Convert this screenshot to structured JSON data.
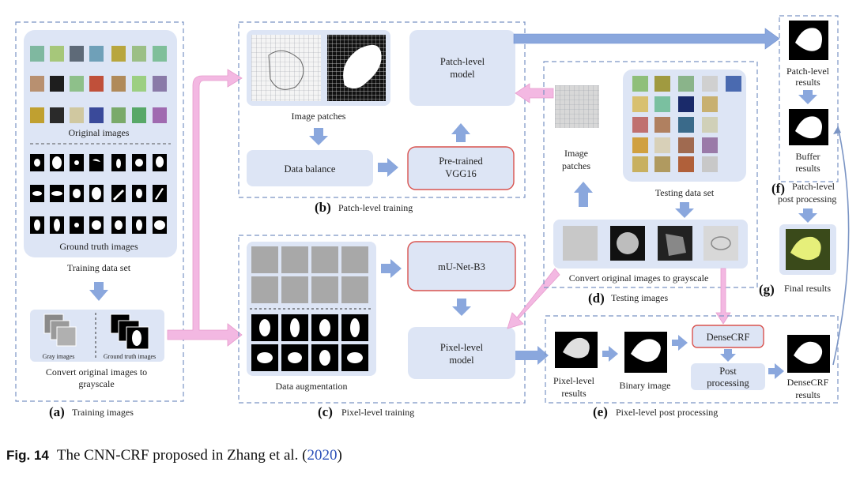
{
  "sections": {
    "a": {
      "letter": "(a)",
      "title": "Training images"
    },
    "b": {
      "letter": "(b)",
      "title": "Patch-level training"
    },
    "c": {
      "letter": "(c)",
      "title": "Pixel-level training"
    },
    "d": {
      "letter": "(d)",
      "title": "Testing images"
    },
    "e": {
      "letter": "(e)",
      "title": "Pixel-level post processing"
    },
    "f": {
      "letter": "(f)",
      "title_line1": "Patch-level",
      "title_line2": "post processing"
    },
    "g": {
      "letter": "(g)",
      "title": "Final results"
    }
  },
  "a": {
    "original_images": "Original images",
    "ground_truth_images": "Ground truth images",
    "training_data_set": "Training data set",
    "gray_images": "Gray images",
    "ground_truth_small": "Ground truth images",
    "convert_line1": "Convert original images to",
    "convert_line2": "grayscale"
  },
  "b": {
    "image_patches": "Image patches",
    "data_balance": "Data balance",
    "pretrained_line1": "Pre-trained",
    "pretrained_line2": "VGG16",
    "patch_model_line1": "Patch-level",
    "patch_model_line2": "model"
  },
  "c": {
    "data_augmentation": "Data augmentation",
    "munet": "mU-Net-B3",
    "pixel_model_line1": "Pixel-level",
    "pixel_model_line2": "model"
  },
  "d": {
    "image_patches_line1": "Image",
    "image_patches_line2": "patches",
    "testing_data_set": "Testing data set",
    "convert": "Convert original images to grayscale"
  },
  "e": {
    "pixel_results_line1": "Pixel-level",
    "pixel_results_line2": "results",
    "binary_image": "Binary image",
    "densecrf": "DenseCRF",
    "post_line1": "Post",
    "post_line2": "processing",
    "densecrf_results_line1": "DenseCRF",
    "densecrf_results_line2": "results"
  },
  "f": {
    "patch_results_line1": "Patch-level",
    "patch_results_line2": "results",
    "buffer_line1": "Buffer",
    "buffer_line2": "results"
  },
  "caption": {
    "fig": "Fig. 14",
    "text": "The CNN-CRF proposed in Zhang et al. (",
    "year": "2020",
    "close": ")"
  },
  "colors": {
    "dash": "#7a94c4",
    "panel": "#dde5f5",
    "arrow_blue": "#8aa7dd",
    "arrow_pink": "#f3b8e2",
    "red_border": "#d9534f"
  }
}
